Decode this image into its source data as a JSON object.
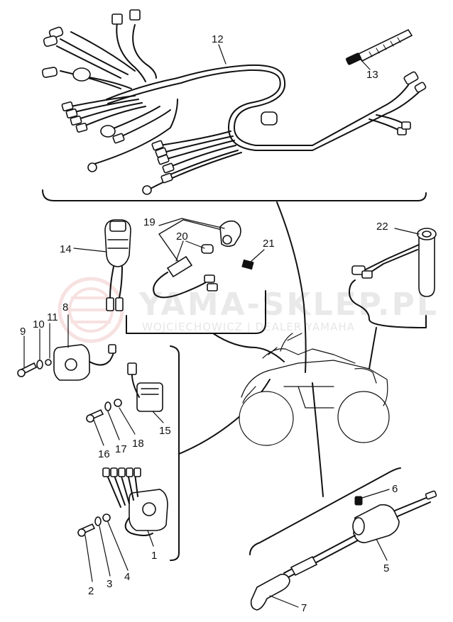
{
  "watermark": {
    "main": "YAMA-SKLEP.PL",
    "sub": "WOJCIECHOWICZ | DEALER YAMAHA"
  },
  "parts": [
    {
      "ref": "1"
    },
    {
      "ref": "2"
    },
    {
      "ref": "3"
    },
    {
      "ref": "4"
    },
    {
      "ref": "5"
    },
    {
      "ref": "6"
    },
    {
      "ref": "7"
    },
    {
      "ref": "8"
    },
    {
      "ref": "9"
    },
    {
      "ref": "10"
    },
    {
      "ref": "11"
    },
    {
      "ref": "12"
    },
    {
      "ref": "13"
    },
    {
      "ref": "14"
    },
    {
      "ref": "15"
    },
    {
      "ref": "16"
    },
    {
      "ref": "17"
    },
    {
      "ref": "18"
    },
    {
      "ref": "19"
    },
    {
      "ref": "20"
    },
    {
      "ref": "21"
    },
    {
      "ref": "22"
    }
  ],
  "colors": {
    "ink": "#111111",
    "watermark": "#e8e8e8",
    "watermark_logo": "#f2c9c9"
  }
}
